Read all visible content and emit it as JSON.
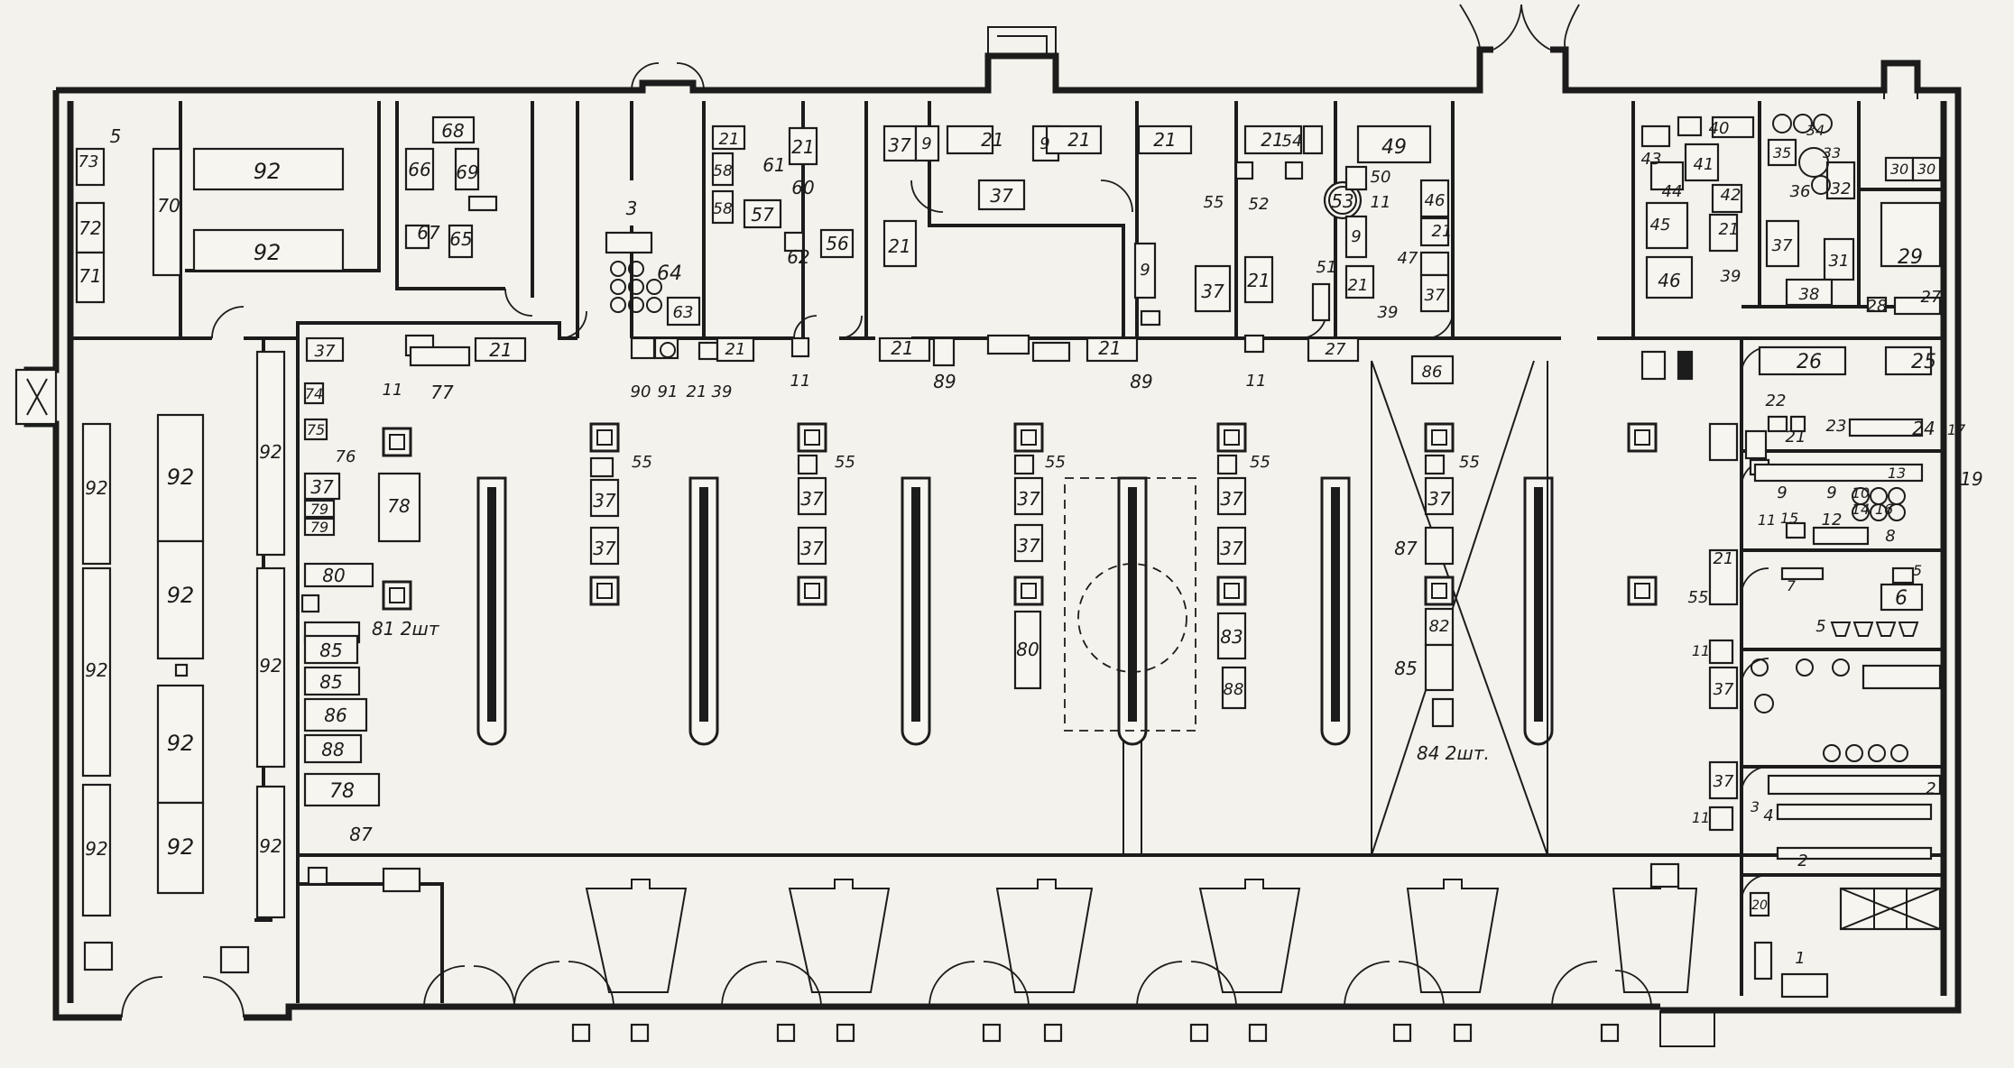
{
  "labels": {
    "l1": "92",
    "l2": "92",
    "l3": "92",
    "l4": "92",
    "l5": "92",
    "l6": "92",
    "l7": "92",
    "l8": "92",
    "l9": "92",
    "l10": "92",
    "l11": "92",
    "l12": "92",
    "l13": "5",
    "l14": "73",
    "l15": "72",
    "l16": "71",
    "l17": "70",
    "l18": "68",
    "l19": "66",
    "l20": "69",
    "l21": "67",
    "l22": "65",
    "l23": "3",
    "l24": "64",
    "l25": "63",
    "l26": "21",
    "l27": "58",
    "l28": "58",
    "l29": "57",
    "l30": "61",
    "l31": "60",
    "l32": "62",
    "l33": "56",
    "l34": "21",
    "l35": "37",
    "l36": "9",
    "l37": "21",
    "l38": "37",
    "l39": "21",
    "l40": "9",
    "l41": "21",
    "l42": "21",
    "l43": "9",
    "l44": "54",
    "l45": "55",
    "l46": "52",
    "l47": "53",
    "l48": "37",
    "l49": "21",
    "l50": "49",
    "l51": "50",
    "l52": "11",
    "l53": "9",
    "l54": "46",
    "l55": "21",
    "l56": "47",
    "l57": "51",
    "l58": "21",
    "l59": "39",
    "l60": "37",
    "l61": "40",
    "l62": "43",
    "l63": "41",
    "l64": "44",
    "l65": "42",
    "l66": "21",
    "l67": "45",
    "l68": "39",
    "l69": "46",
    "l70": "34",
    "l71": "35",
    "l72": "33",
    "l73": "36",
    "l74": "32",
    "l75": "37",
    "l76": "31",
    "l77": "38",
    "l78": "30",
    "l79": "30",
    "l80": "29",
    "l81": "28",
    "l82": "27",
    "l83": "37",
    "l84": "11",
    "l85": "77",
    "l86": "21",
    "l87": "90",
    "l88": "91",
    "l89": "21",
    "l90": "39",
    "l91": "21",
    "l92": "11",
    "l93": "21",
    "l94": "89",
    "l95": "21",
    "l96": "89",
    "l97": "11",
    "l98": "27",
    "l99": "86",
    "l100": "74",
    "l101": "75",
    "l102": "76",
    "l103": "37",
    "l104": "79",
    "l105": "79",
    "l106": "78",
    "l107": "80",
    "l108": "81 2шт",
    "l109": "85",
    "l110": "85",
    "l111": "86",
    "l112": "88",
    "l113": "78",
    "l114": "87",
    "l115": "55",
    "l116": "37",
    "l117": "37",
    "l118": "55",
    "l119": "37",
    "l120": "37",
    "l121": "55",
    "l122": "37",
    "l123": "37",
    "l124": "80",
    "l125": "55",
    "l126": "37",
    "l127": "37",
    "l128": "83",
    "l129": "88",
    "l130": "55",
    "l131": "37",
    "l132": "87",
    "l133": "82",
    "l134": "85",
    "l135": "84 2шт.",
    "l136": "26",
    "l137": "25",
    "l138": "22",
    "l139": "21",
    "l140": "23",
    "l141": "24",
    "l142": "17",
    "l143": "19",
    "l144": "9",
    "l145": "9",
    "l146": "10",
    "l147": "13",
    "l148": "11",
    "l149": "15",
    "l150": "12",
    "l151": "14",
    "l152": "16",
    "l153": "8",
    "l154": "21",
    "l155": "55",
    "l156": "5",
    "l157": "7",
    "l158": "6",
    "l159": "5",
    "l160": "11",
    "l161": "37",
    "l162": "37",
    "l163": "11",
    "l164": "3",
    "l165": "4",
    "l166": "2",
    "l167": "2",
    "l168": "20",
    "l169": "1"
  }
}
